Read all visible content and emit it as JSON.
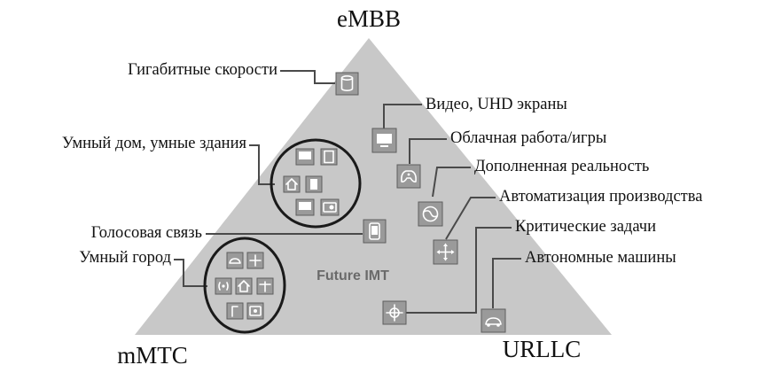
{
  "corners": {
    "top": "eMBB",
    "bottom_left": "mMTC",
    "bottom_right": "URLLC"
  },
  "center_label": "Future IMT",
  "left_labels": {
    "gigabit": "Гигабитные скорости",
    "smart_home": "Умный дом, умные здания",
    "voice": "Голосовая связь",
    "smart_city": "Умный город"
  },
  "right_labels": {
    "video": "Видео, UHD экраны",
    "cloud": "Облачная работа/игры",
    "ar": "Дополненная реальность",
    "automation": "Автоматизация производства",
    "critical": "Критические задачи",
    "autonomous": "Автономные машины"
  },
  "colors": {
    "triangle": "#c8c8c8",
    "icon_box": "#9a9a9a",
    "text": "#111111",
    "center_text": "#6a6a6a"
  },
  "icons": {
    "gigabit": "database-icon",
    "video": "monitor-icon",
    "cloud": "gamepad-icon",
    "ar": "globe-icon",
    "automation": "move-arrows-icon",
    "critical": "crosshair-icon",
    "autonomous": "car-icon",
    "voice": "phone-icon"
  }
}
